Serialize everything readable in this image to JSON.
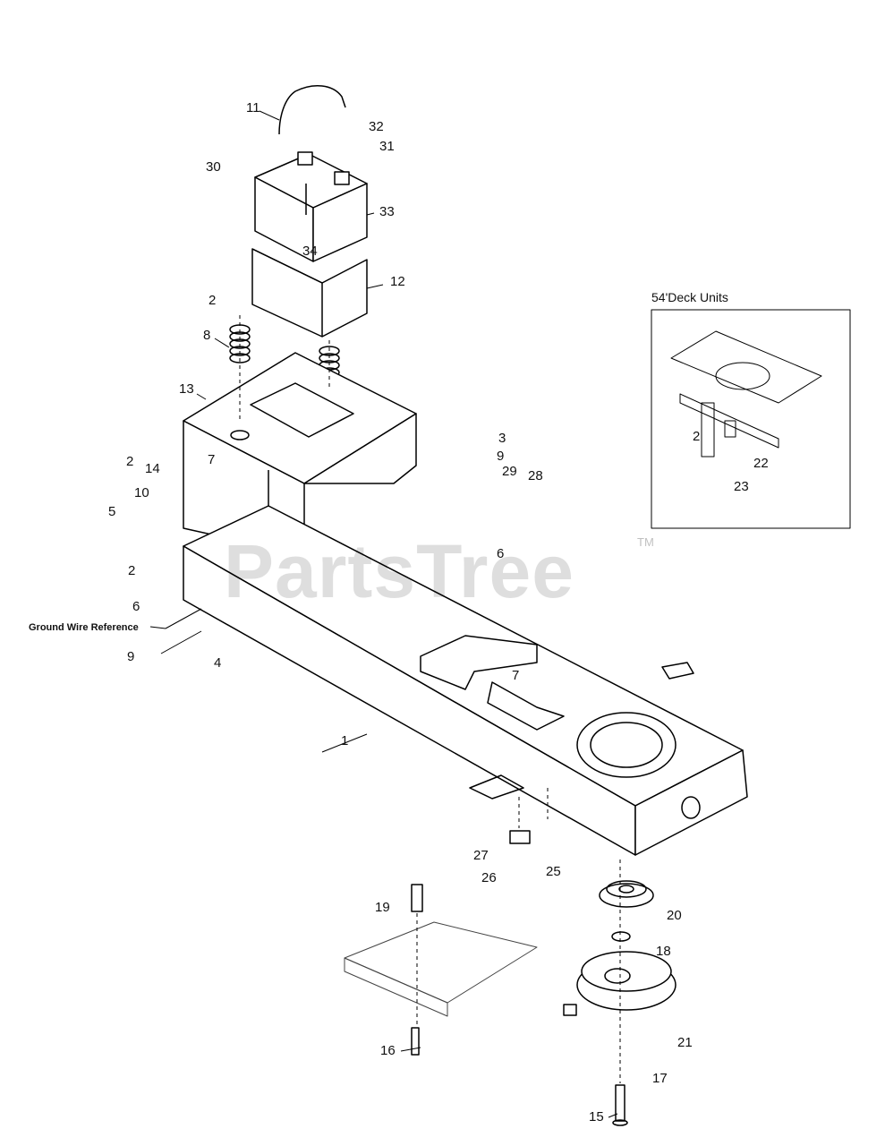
{
  "watermark": {
    "text": "PartsTree",
    "trademark": "TM"
  },
  "inset": {
    "title": "54'Deck Units"
  },
  "ground_note": "Ground Wire Reference",
  "labels": {
    "l1": "1",
    "l2a": "2",
    "l2b": "2",
    "l2c": "2",
    "l2d": "2",
    "l3": "3",
    "l4": "4",
    "l5": "5",
    "l6a": "6",
    "l6b": "6",
    "l7a": "7",
    "l7b": "7",
    "l8": "8",
    "l9a": "9",
    "l9b": "9",
    "l10": "10",
    "l11": "11",
    "l12": "12",
    "l13": "13",
    "l14": "14",
    "l15": "15",
    "l16": "16",
    "l17": "17",
    "l18": "18",
    "l19": "19",
    "l20": "20",
    "l21": "21",
    "l22": "22",
    "l23": "23",
    "l25": "25",
    "l26": "26",
    "l27": "27",
    "l28": "28",
    "l29": "29",
    "l30": "30",
    "l31": "31",
    "l32": "32",
    "l33": "33",
    "l34": "34"
  }
}
